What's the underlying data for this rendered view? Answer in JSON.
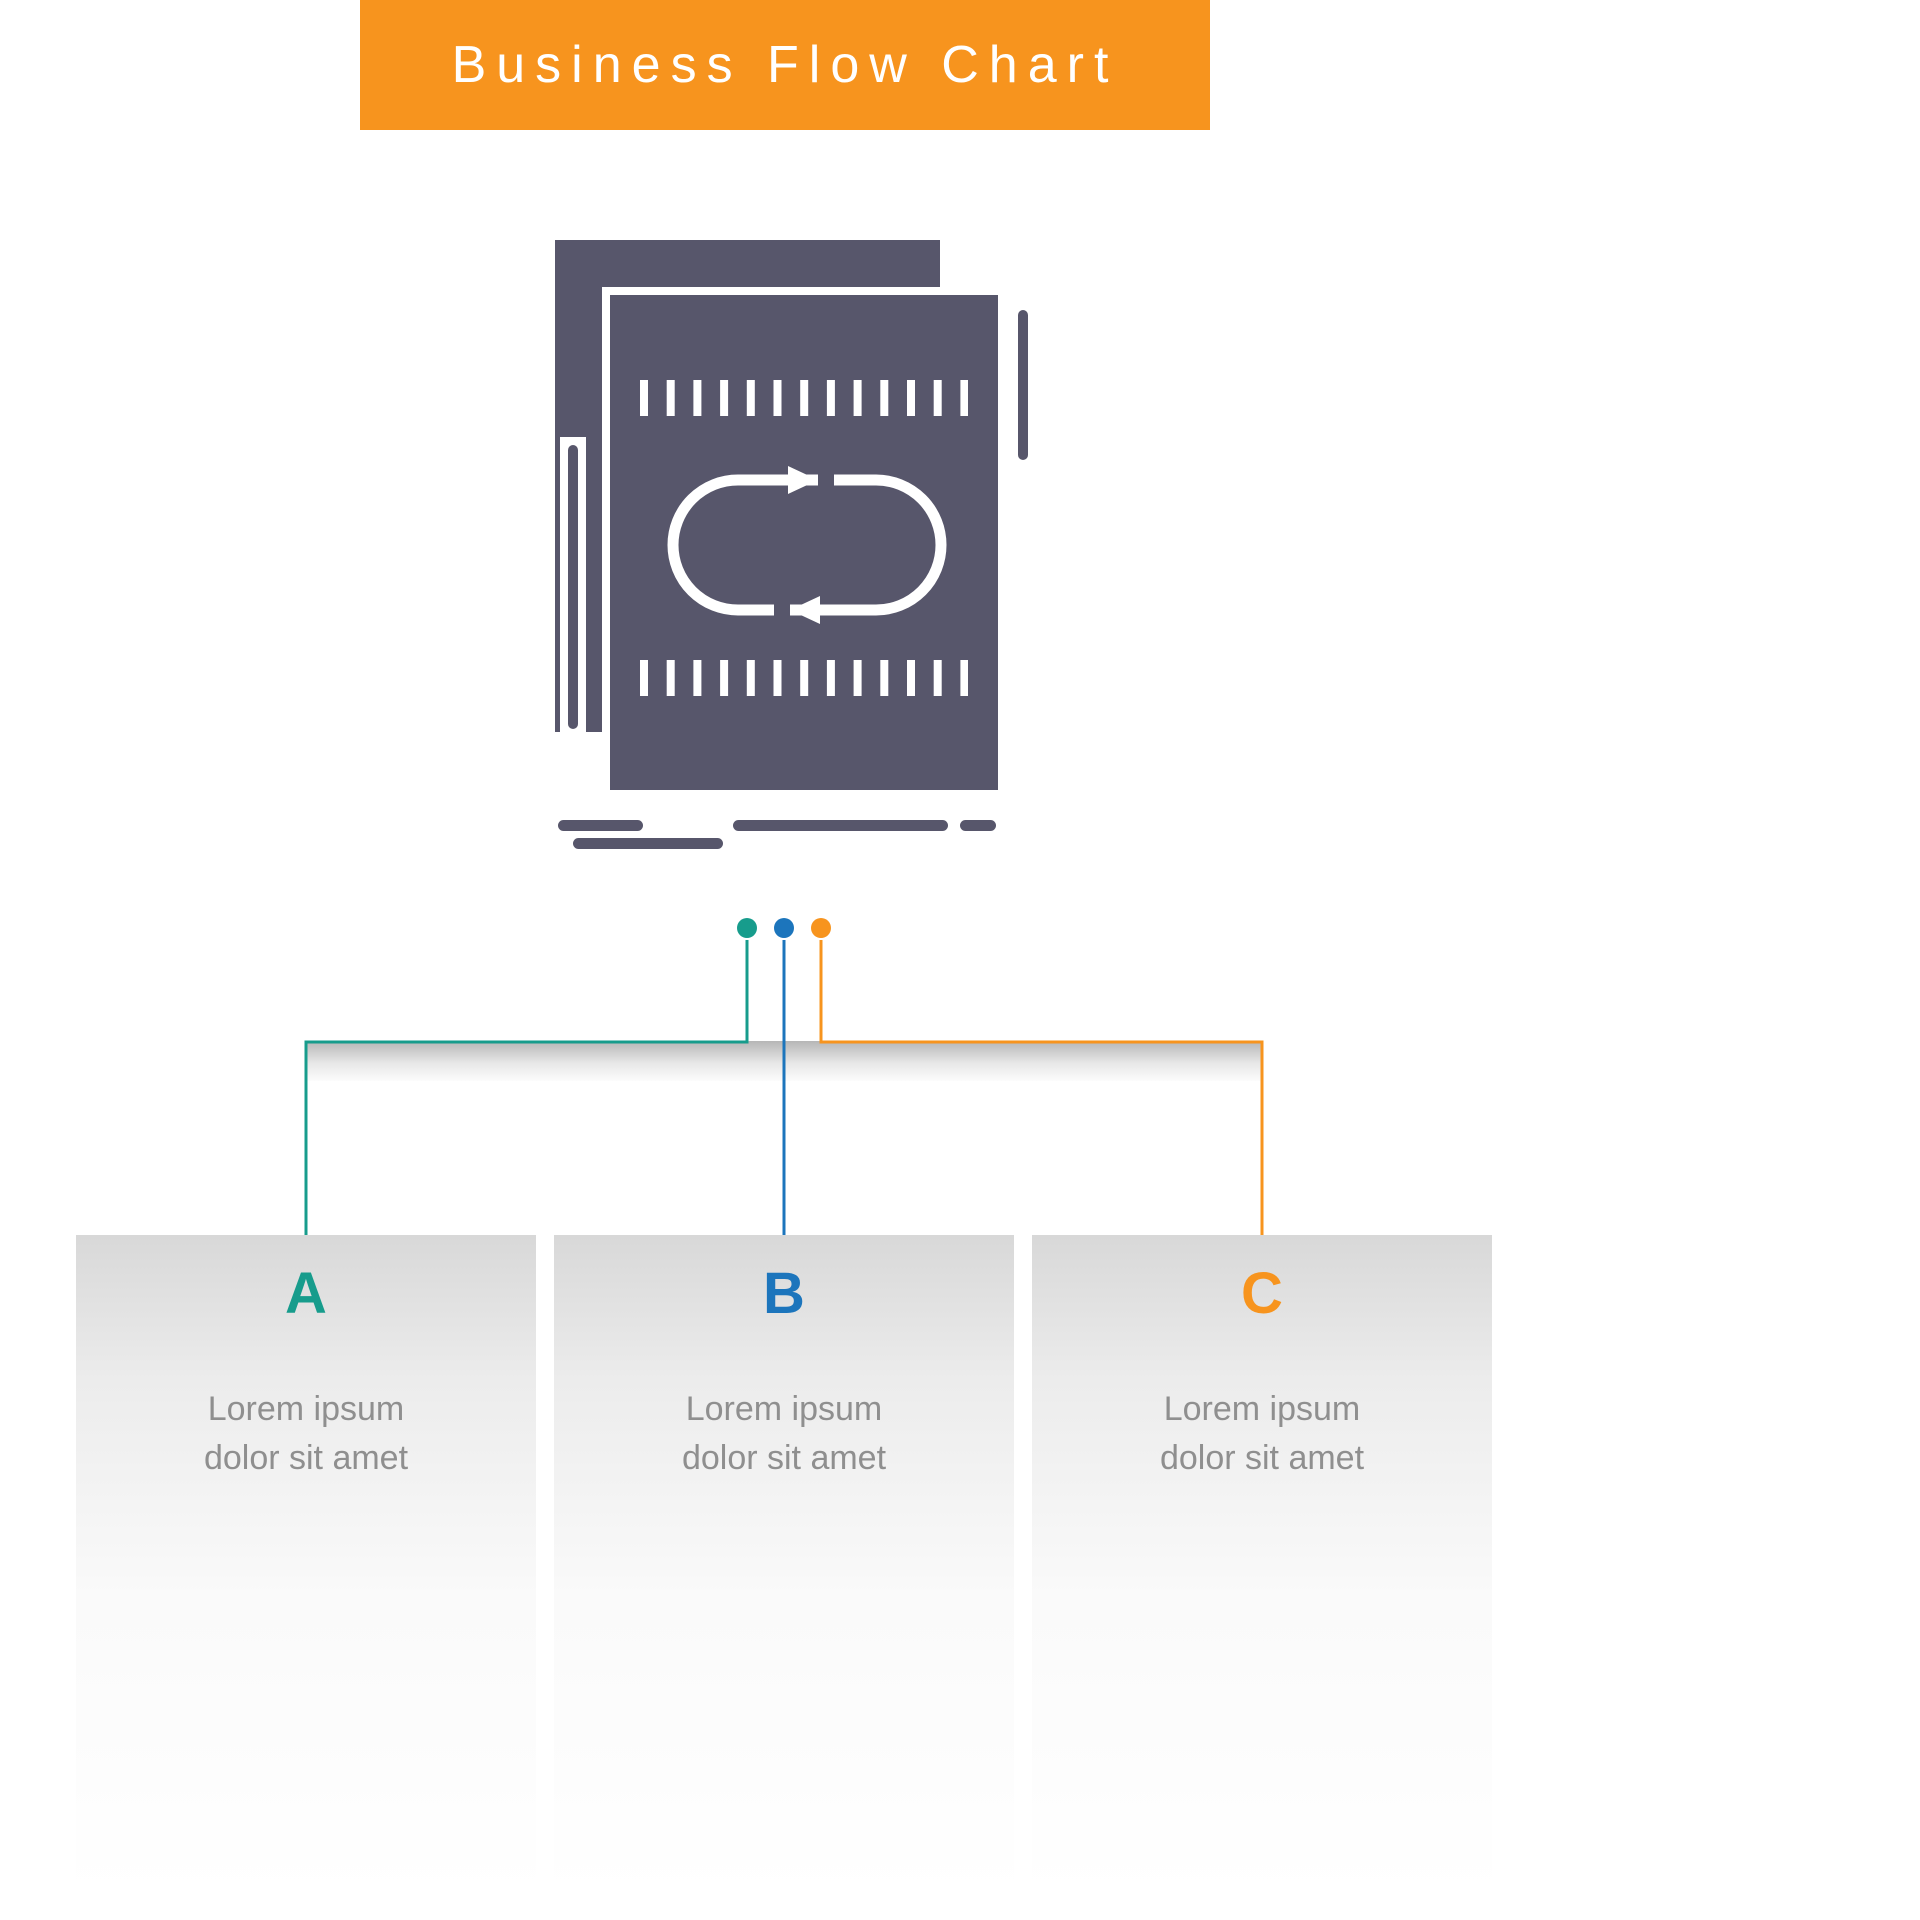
{
  "banner": {
    "title": "Business Flow Chart"
  },
  "colors": {
    "banner_orange": "#F7941E",
    "glyph_dark": "#57566B",
    "branch_teal": "#179C8C",
    "branch_blue": "#1C75BC",
    "branch_orange": "#F7941E",
    "body_text_gray": "#8F8F8F"
  },
  "icon": {
    "name": "document-sync-icon"
  },
  "flow": {
    "branches": [
      {
        "label": "A",
        "color": "#179C8C",
        "line1": "Lorem ipsum",
        "line2": "dolor sit amet"
      },
      {
        "label": "B",
        "color": "#1C75BC",
        "line1": "Lorem ipsum",
        "line2": "dolor sit amet"
      },
      {
        "label": "C",
        "color": "#F7941E",
        "line1": "Lorem ipsum",
        "line2": "dolor sit amet"
      }
    ]
  }
}
